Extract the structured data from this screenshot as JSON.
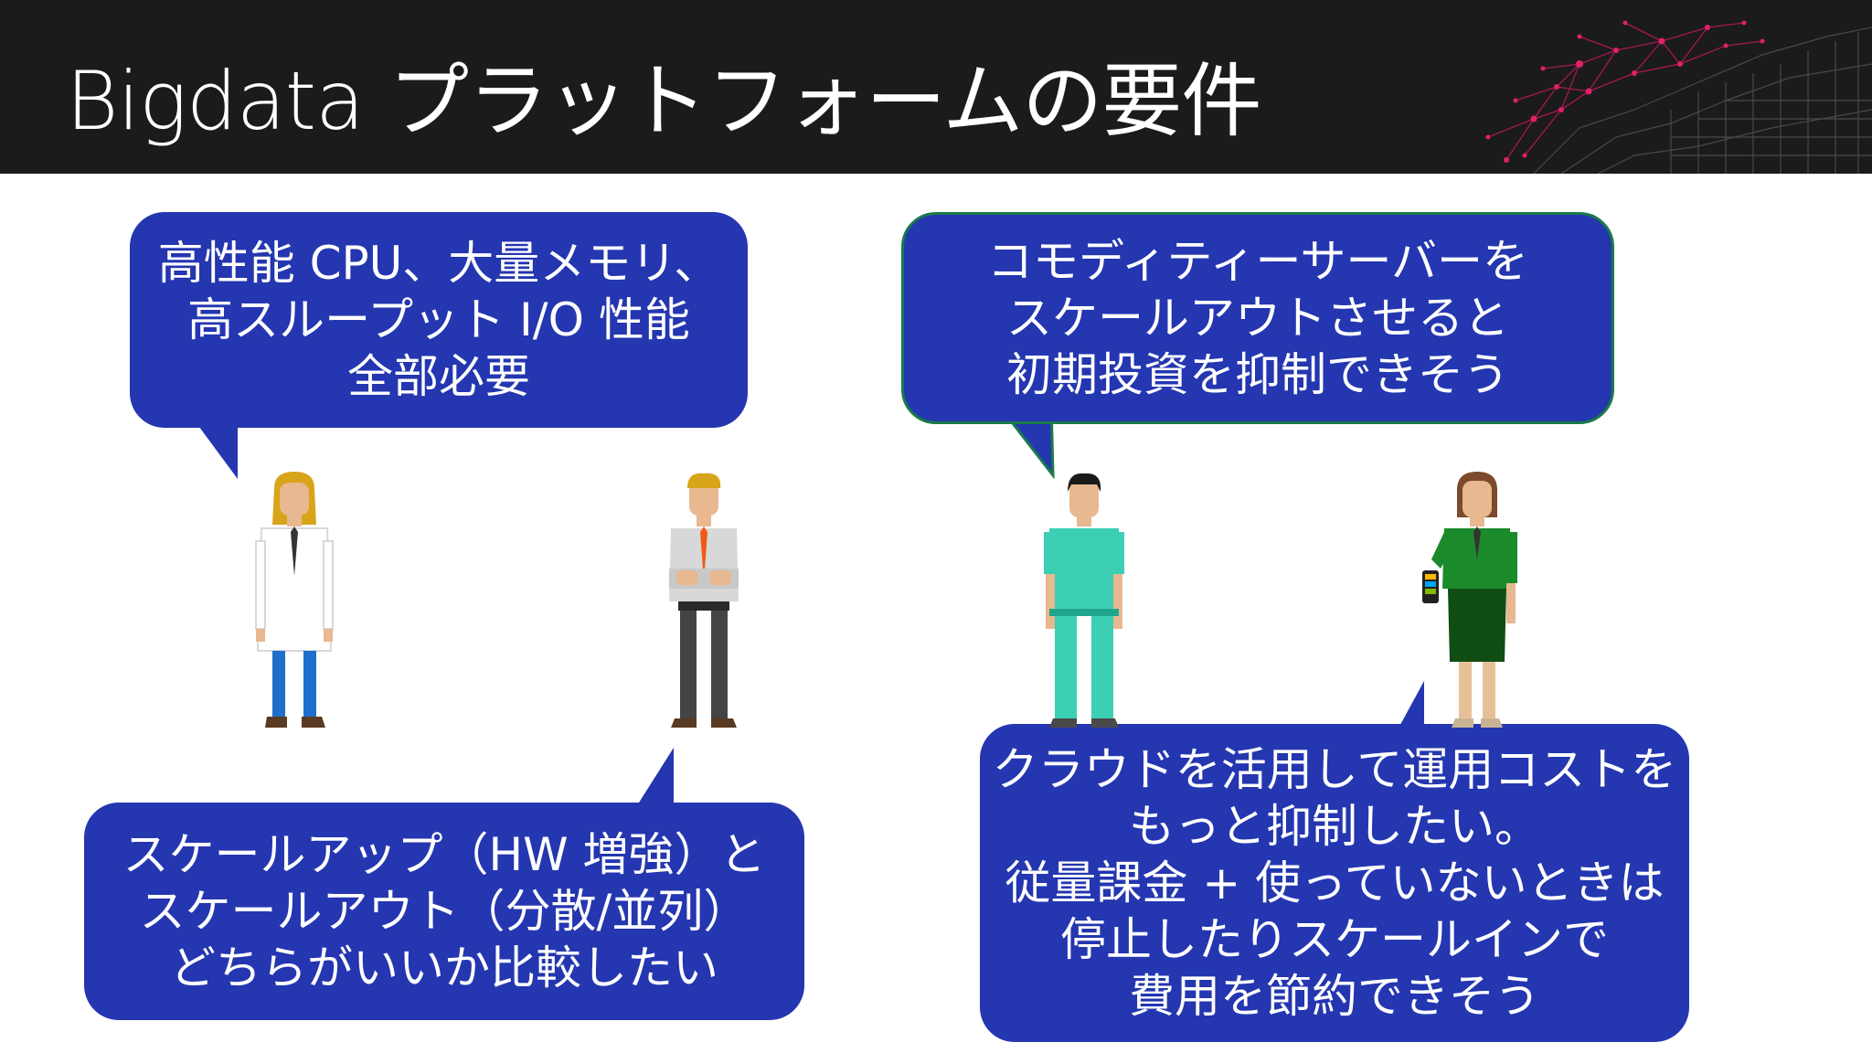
{
  "title": "Bigdata プラットフォームの要件",
  "colors": {
    "header_bg": "#1b1b1b",
    "bubble_bg": "#2436b0",
    "bubble_text": "#ffffff",
    "network_accent": "#c0185a"
  },
  "bubbles": {
    "top_left": [
      "高性能 CPU、大量メモリ、",
      "高スループット I/O 性能",
      "全部必要"
    ],
    "bottom_left": [
      "スケールアップ（HW 増強）と",
      "スケールアウト（分散/並列）",
      "どちらがいいか比較したい"
    ],
    "top_right": [
      "コモディティーサーバーを",
      "スケールアウトさせると",
      "初期投資を抑制できそう"
    ],
    "bottom_right": [
      "クラウドを活用して運用コストを",
      "もっと抑制したい。",
      "従量課金 + 使っていないときは",
      "停止したりスケールインで",
      "費用を節約できそう"
    ]
  },
  "people": [
    {
      "role": "scientist",
      "icon": "scientist-icon"
    },
    {
      "role": "it-admin",
      "icon": "it-admin-icon"
    },
    {
      "role": "engineer",
      "icon": "engineer-icon"
    },
    {
      "role": "business-user",
      "icon": "business-woman-icon"
    }
  ]
}
